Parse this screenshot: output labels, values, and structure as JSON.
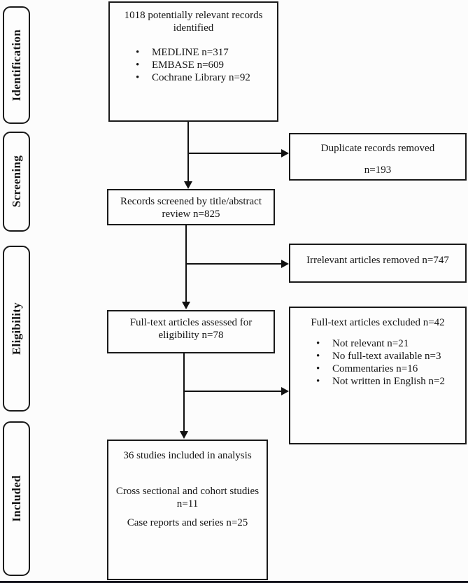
{
  "figure": {
    "stages": [
      "Identification",
      "Screening",
      "Eligibility",
      "Included"
    ],
    "boxes": {
      "identified": {
        "title_line1": "1018 potentially relevant records",
        "title_line2": "identified",
        "bullets": [
          "MEDLINE n=317",
          "EMBASE n=609",
          "Cochrane Library n=92"
        ]
      },
      "duplicates": {
        "line1": "Duplicate records removed",
        "line2": "n=193"
      },
      "screened": {
        "line1": "Records screened by title/abstract",
        "line2": "review n=825"
      },
      "irrelevant": {
        "line1": "Irrelevant articles removed n=747"
      },
      "fulltext": {
        "line1": "Full-text articles assessed for",
        "line2": "eligibility n=78"
      },
      "excluded": {
        "title": "Full-text articles excluded n=42",
        "bullets": [
          "Not relevant n=21",
          "No full-text available n=3",
          "Commentaries n=16",
          "Not written in English n=2"
        ]
      },
      "included": {
        "line1": "36 studies included in analysis",
        "line2": "Cross sectional and cohort studies",
        "line3": "n=11",
        "line4": "Case reports and series n=25"
      }
    },
    "colors": {
      "border": "#1a1a1a",
      "background": "#fcfcfc",
      "text": "#141414",
      "bottom_strip": "#15151d"
    }
  }
}
